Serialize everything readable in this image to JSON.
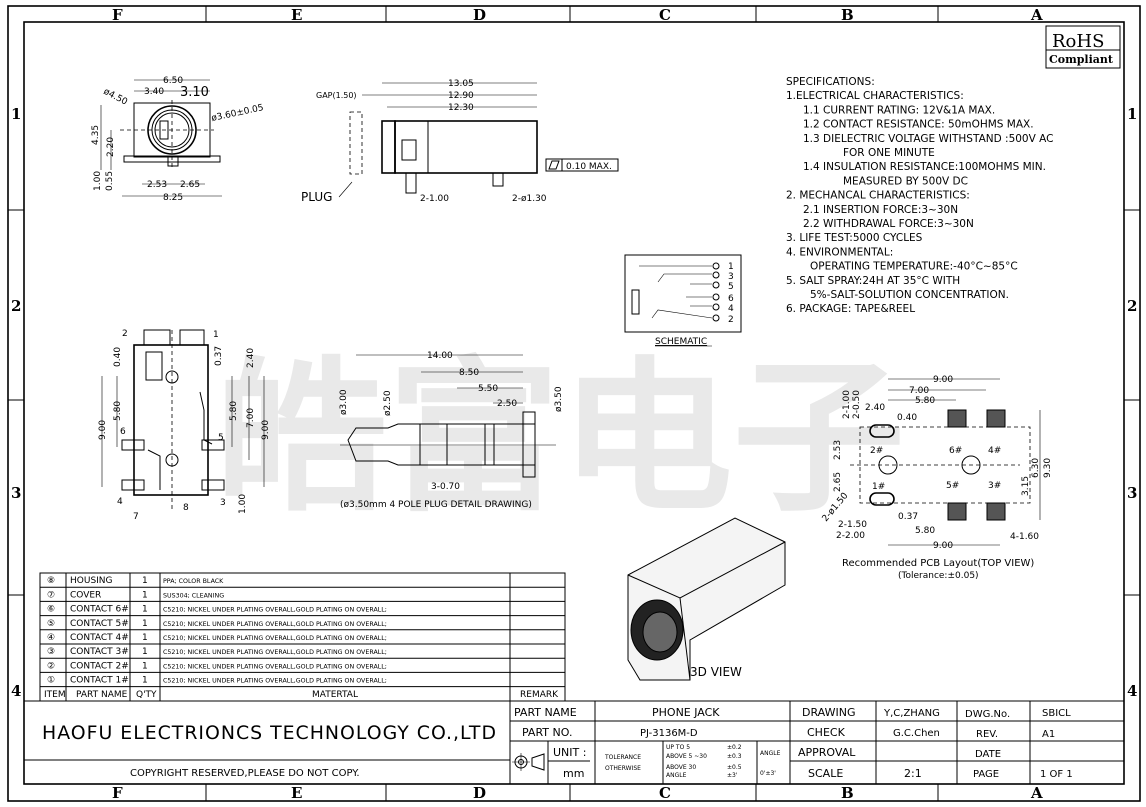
{
  "frame": {
    "columns": [
      "F",
      "E",
      "D",
      "C",
      "B",
      "A"
    ],
    "rows": [
      "1",
      "2",
      "3",
      "4"
    ]
  },
  "watermark": "皓富电子",
  "rohs": {
    "line1": "RoHS",
    "line2": "Compliant"
  },
  "front_view": {
    "dims": [
      "6.50",
      "3.40",
      "3.10",
      "ø4.50",
      "ø3.60±0.05",
      "4.35",
      "2.20",
      "1.00",
      "0.55",
      "2.53",
      "2.65",
      "8.25"
    ]
  },
  "side_view": {
    "dims": [
      "13.05",
      "12.90",
      "12.30",
      "GAP(1.50)",
      "2-1.00",
      "2-ø1.30"
    ],
    "plug_label": "PLUG",
    "flatness": "0.10 MAX."
  },
  "schematic": {
    "pins": [
      "1",
      "3",
      "5",
      "6",
      "4",
      "2"
    ],
    "label": "SCHEMATIC"
  },
  "specifications": [
    "SPECIFICATIONS:",
    "1.ELECTRICAL CHARACTERISTICS:",
    "1.1  CURRENT RATING: 12V&1A MAX.",
    "1.2  CONTACT RESISTANCE: 50mOHMS MAX.",
    "1.3  DIELECTRIC VOLTAGE WITHSTAND :500V AC",
    "FOR ONE MINUTE",
    "1.4  INSULATION RESISTANCE:100MOHMS MIN.",
    "MEASURED BY 500V DC",
    "2. MECHANCAL CHARACTERISTICS:",
    "2.1  INSERTION FORCE:3~30N",
    "2.2  WITHDRAWAL FORCE:3~30N",
    "3. LIFE TEST:5000 CYCLES",
    "4. ENVIRONMENTAL:",
    "OPERATING TEMPERATURE:-40°C~85°C",
    "5. SALT SPRAY:24H AT 35°C WITH",
    "5%-SALT-SOLUTION CONCENTRATION.",
    "6. PACKAGE: TAPE&REEL"
  ],
  "bottom_view": {
    "dims": [
      "0.40",
      "0.37",
      "2.40",
      "5.80",
      "5.80",
      "7.00",
      "9.00",
      "9.00",
      "1.00"
    ],
    "callouts": [
      "1",
      "2",
      "3",
      "4",
      "5",
      "6",
      "7",
      "8"
    ]
  },
  "plug_detail": {
    "dims": [
      "14.00",
      "8.50",
      "5.50",
      "2.50",
      "ø3.00",
      "ø2.50",
      "ø3.50",
      "3-0.70"
    ],
    "caption": "(ø3.50mm 4 POLE PLUG DETAIL DRAWING)"
  },
  "pcb_layout": {
    "dims": [
      "9.00",
      "7.00",
      "5.80",
      "2.40",
      "0.40",
      "2-1.00",
      "2-0.50",
      "2.53",
      "2.65",
      "2-ø1.50",
      "0.37",
      "2-1.50",
      "2-2.00",
      "5.80",
      "9.00",
      "4-1.60",
      "3.15",
      "6.30",
      "9.30"
    ],
    "pads": [
      "2#",
      "6#",
      "4#",
      "1#",
      "5#",
      "3#"
    ],
    "title": "Recommended PCB Layout(TOP VIEW)",
    "tolerance": "(Tolerance:±0.05)"
  },
  "view_3d_label": "3D VIEW",
  "bom": {
    "headers": {
      "item": "ITEM",
      "part_name": "PART NAME",
      "qty": "Q'TY",
      "material": "MATERTAL",
      "remark": "REMARK"
    },
    "rows": [
      {
        "item": "⑧",
        "part_name": "HOUSING",
        "qty": "1",
        "material": "PPA; COLOR BLACK",
        "remark": ""
      },
      {
        "item": "⑦",
        "part_name": "COVER",
        "qty": "1",
        "material": "SUS304; CLEANING",
        "remark": ""
      },
      {
        "item": "⑥",
        "part_name": "CONTACT 6#",
        "qty": "1",
        "material": "C5210; NICKEL UNDER PLATING OVERALL,GOLD PLATING ON OVERALL;",
        "remark": ""
      },
      {
        "item": "⑤",
        "part_name": "CONTACT 5#",
        "qty": "1",
        "material": "C5210; NICKEL UNDER PLATING OVERALL,GOLD PLATING ON OVERALL;",
        "remark": ""
      },
      {
        "item": "④",
        "part_name": "CONTACT 4#",
        "qty": "1",
        "material": "C5210; NICKEL UNDER PLATING OVERALL,GOLD PLATING ON OVERALL;",
        "remark": ""
      },
      {
        "item": "③",
        "part_name": "CONTACT 3#",
        "qty": "1",
        "material": "C5210; NICKEL UNDER PLATING OVERALL,GOLD PLATING ON OVERALL;",
        "remark": ""
      },
      {
        "item": "②",
        "part_name": "CONTACT 2#",
        "qty": "1",
        "material": "C5210; NICKEL UNDER PLATING OVERALL,GOLD PLATING ON OVERALL;",
        "remark": ""
      },
      {
        "item": "①",
        "part_name": "CONTACT 1#",
        "qty": "1",
        "material": "C5210; NICKEL UNDER PLATING OVERALL,GOLD PLATING ON OVERALL;",
        "remark": ""
      }
    ]
  },
  "title_block": {
    "company": "HAOFU ELECTRIONCS TECHNOLOGY CO.,LTD",
    "copyright": "COPYRIGHT RESERVED,PLEASE DO NOT COPY.",
    "part_name_label": "PART NAME",
    "part_name": "PHONE JACK",
    "part_no_label": "PART NO.",
    "part_no": "PJ-3136M-D",
    "unit_label": "UNIT :",
    "unit": "mm",
    "tolerance_label_1": "TOLERANCE",
    "tolerance_label_2": "OTHERWISE",
    "tol_rows": [
      {
        "range": "UP TO 5",
        "value": "±0.2"
      },
      {
        "range": "ABOVE 5 ~30",
        "value": "±0.3"
      },
      {
        "range": "ABOVE 30",
        "value": "±0.5"
      },
      {
        "range": "ANGLE",
        "value": "±3'"
      }
    ],
    "angle_label": "ANGLE",
    "angle_value": "0'±3'",
    "drawing_label": "DRAWING",
    "drawing": "Y,C,ZHANG",
    "check_label": "CHECK",
    "check": "G.C.Chen",
    "approval_label": "APPROVAL",
    "approval": "",
    "scale_label": "SCALE",
    "scale": "2:1",
    "dwg_no_label": "DWG.No.",
    "dwg_no": "SBICL",
    "rev_label": "REV.",
    "rev": "A1",
    "date_label": "DATE",
    "date": "",
    "page_label": "PAGE",
    "page": "1 OF 1"
  }
}
